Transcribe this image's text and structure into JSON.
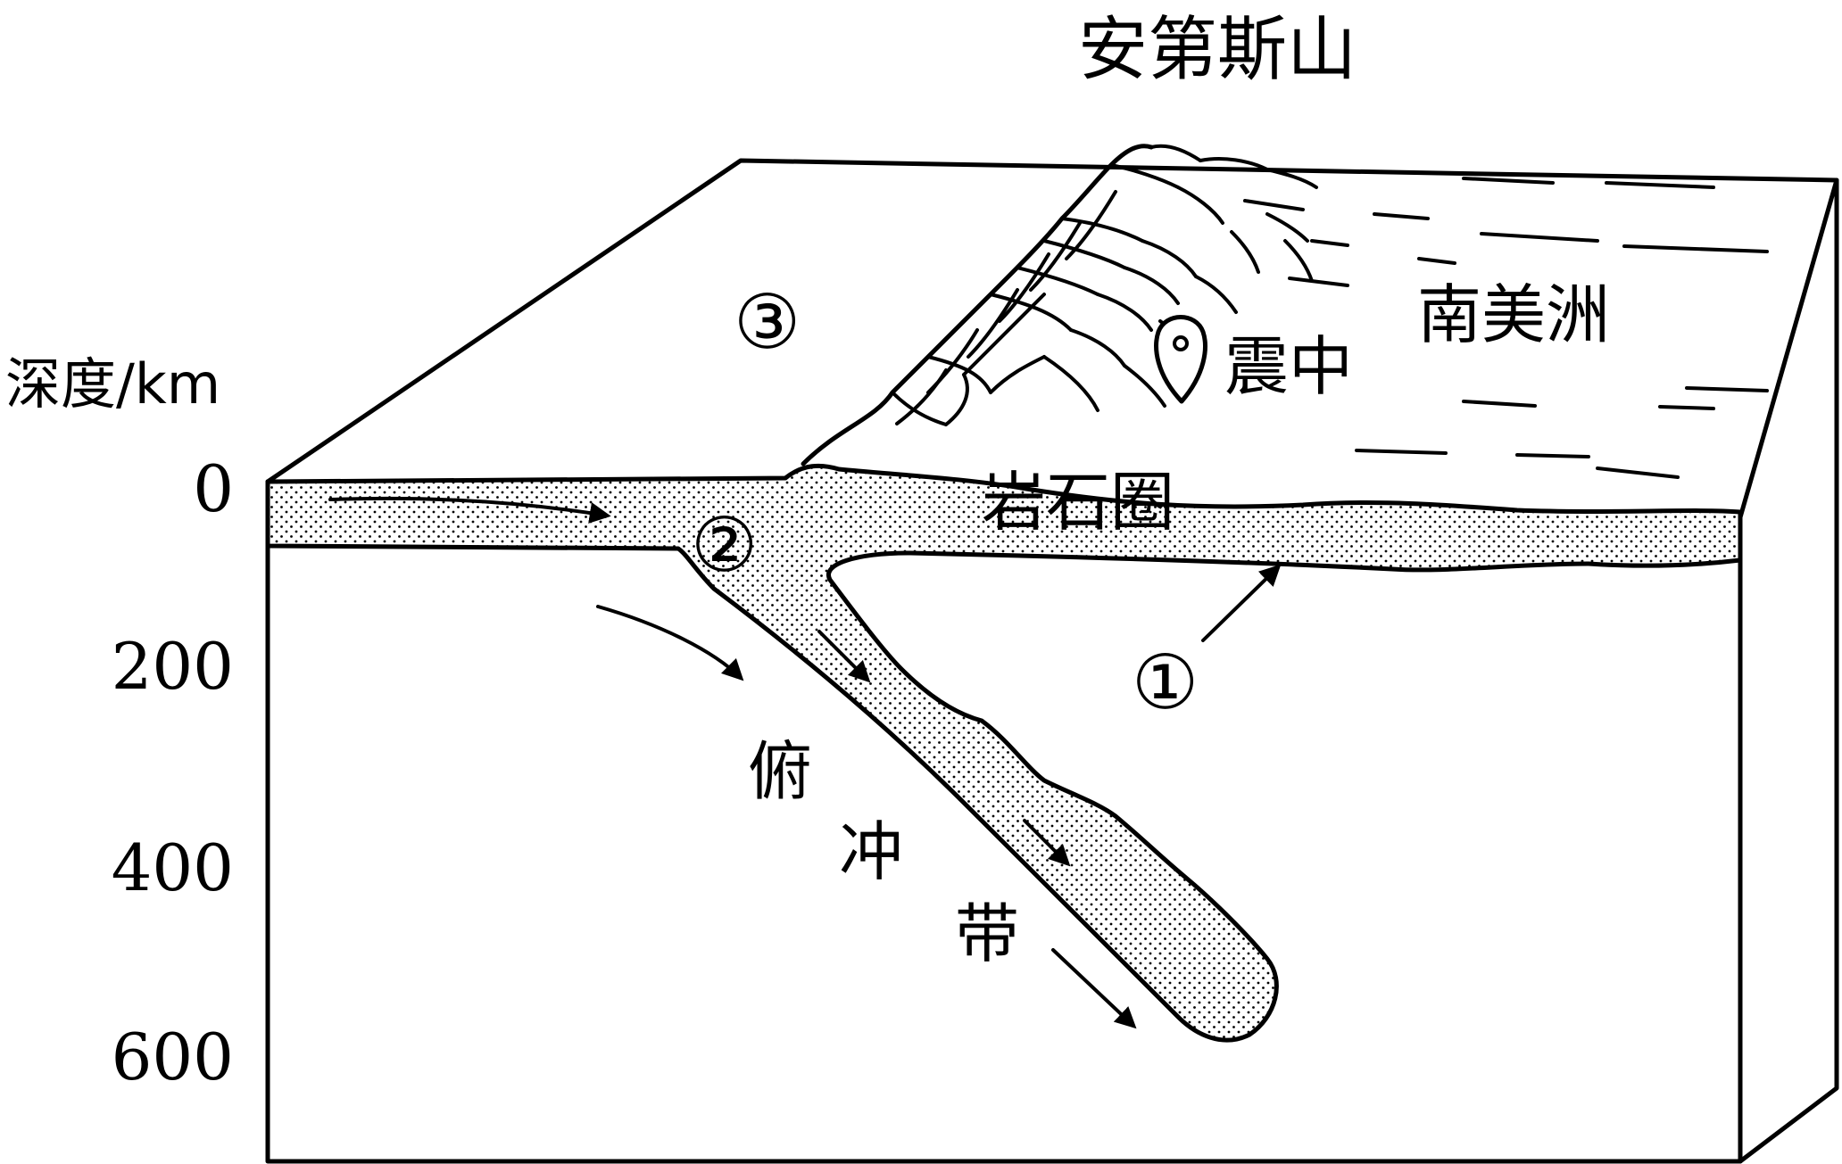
{
  "title": "安第斯山",
  "depth_axis": {
    "label": "深度/km",
    "ticks": [
      "0",
      "200",
      "400",
      "600"
    ]
  },
  "labels": {
    "south_america": "南美洲",
    "focus": "震中",
    "lithosphere": "岩石圈",
    "subduction_zone": [
      "俯",
      "冲",
      "带"
    ]
  },
  "markers": {
    "one": "①",
    "two": "②",
    "three": "③"
  }
}
